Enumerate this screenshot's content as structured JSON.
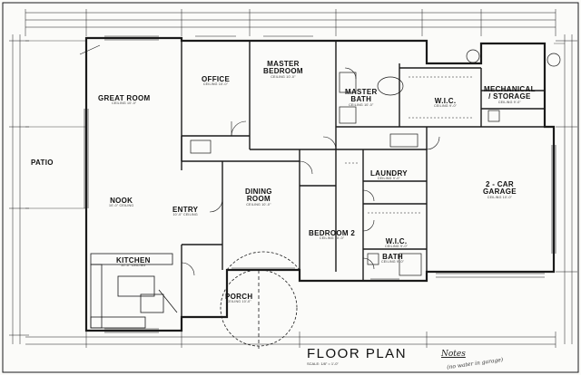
{
  "rooms": {
    "patio": {
      "name": "PATIO"
    },
    "great_room": {
      "name": "GREAT ROOM",
      "ceiling": "CEILING 10'-0\""
    },
    "office": {
      "name": "OFFICE",
      "ceiling": "CEILING 10'-0\""
    },
    "master_bedroom": {
      "name1": "MASTER",
      "name2": "BEDROOM",
      "ceiling": "CEILING 10'-0\""
    },
    "master_bath": {
      "name1": "MASTER",
      "name2": "BATH",
      "ceiling": "CEILING 10'-0\""
    },
    "wic_master": {
      "name": "W.I.C.",
      "ceiling": "CEILING 9'-0\""
    },
    "mechanical": {
      "name1": "MECHANICAL",
      "name2": "/ STORAGE",
      "ceiling": "CEILING 9'-0\""
    },
    "nook": {
      "name": "NOOK",
      "ceiling": "10'-0\" CEILING"
    },
    "entry": {
      "name": "ENTRY",
      "ceiling": "10'-0\" CEILING"
    },
    "dining": {
      "name1": "DINING",
      "name2": "ROOM",
      "ceiling": "CEILING 10'-0\""
    },
    "laundry": {
      "name": "LAUNDRY",
      "ceiling": "CEILING 9'-0\""
    },
    "bedroom2": {
      "name": "BEDROOM 2",
      "ceiling": "CEILING 10'-0\""
    },
    "wic_bed": {
      "name": "W.I.C.",
      "ceiling": "CEILING 9'-0\""
    },
    "bath": {
      "name": "BATH",
      "ceiling": "CEILING 9'-0\""
    },
    "garage": {
      "name1": "2 - CAR",
      "name2": "GARAGE",
      "ceiling": "CEILING 10'-0\""
    },
    "kitchen": {
      "name": "KITCHEN",
      "ceiling": "10'-0\" CEILING"
    },
    "porch": {
      "name": "PORCH",
      "ceiling": "CEILING 10'-0\""
    }
  },
  "sheet": {
    "title": "FLOOR PLAN",
    "scale": "SCALE: 1/8\" = 1'-0\"",
    "notes": "Notes",
    "notes_sub": "(no water in garage)"
  }
}
